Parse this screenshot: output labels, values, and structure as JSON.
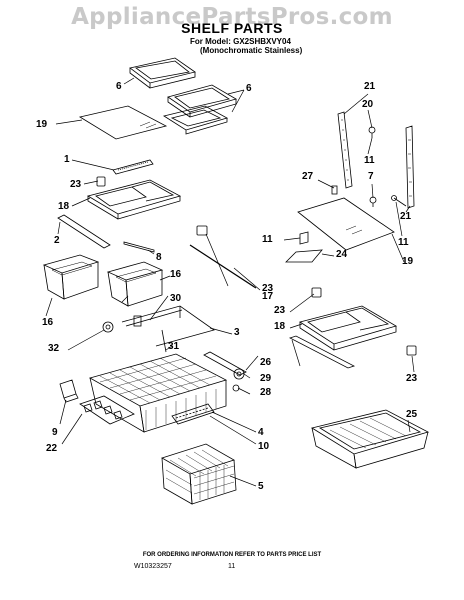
{
  "watermark": "AppliancePartsPros.com",
  "title": "SHELF PARTS",
  "model_line": "For Model: GX2SHBXVY04",
  "model_variant": "(Monochromatic Stainless)",
  "callouts": {
    "c6a": "6",
    "c6b": "6",
    "c19a": "19",
    "c1": "1",
    "c23a": "23",
    "c18a": "18",
    "c2": "2",
    "c8": "8",
    "c16a": "16",
    "c16b": "16",
    "c23b": "23",
    "c17": "17",
    "c30": "30",
    "c3": "3",
    "c32": "32",
    "c31": "31",
    "c26": "26",
    "c29": "29",
    "c28": "28",
    "c9": "9",
    "c22": "22",
    "c4": "4",
    "c10": "10",
    "c5": "5",
    "c21a": "21",
    "c20": "20",
    "c11a": "11",
    "c27": "27",
    "c7": "7",
    "c21b": "21",
    "c11b": "11",
    "c11c": "11",
    "c24": "24",
    "c19b": "19",
    "c23c": "23",
    "c18b": "18",
    "c23d": "23",
    "c25": "25"
  },
  "footer_note": "FOR ORDERING INFORMATION REFER TO PARTS PRICE LIST",
  "doc_number": "W10323257",
  "page_number": "11"
}
